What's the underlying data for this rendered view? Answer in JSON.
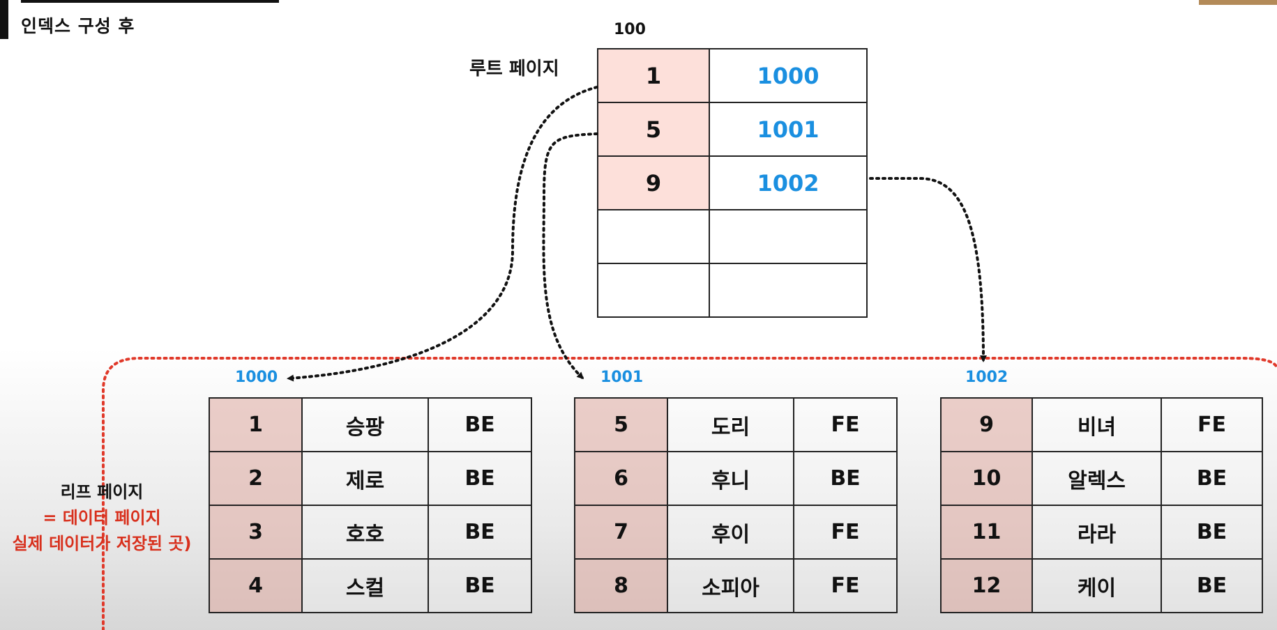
{
  "heading": {
    "subtitle": "인덱스 구성 후"
  },
  "root": {
    "page_number": "100",
    "label": "루트 페이지",
    "rows": [
      {
        "key": "1",
        "pointer": "1000"
      },
      {
        "key": "5",
        "pointer": "1001"
      },
      {
        "key": "9",
        "pointer": "1002"
      },
      {
        "key": "",
        "pointer": ""
      },
      {
        "key": "",
        "pointer": ""
      }
    ]
  },
  "leaf_caption": {
    "line1": "리프 페이지",
    "line2": "= 데이터 페이지",
    "line3": "실제 데이터가 저장된 곳)"
  },
  "leaves": [
    {
      "page_number": "1000",
      "rows": [
        [
          "1",
          "승팡",
          "BE"
        ],
        [
          "2",
          "제로",
          "BE"
        ],
        [
          "3",
          "호호",
          "BE"
        ],
        [
          "4",
          "스컬",
          "BE"
        ]
      ]
    },
    {
      "page_number": "1001",
      "rows": [
        [
          "5",
          "도리",
          "FE"
        ],
        [
          "6",
          "후니",
          "BE"
        ],
        [
          "7",
          "후이",
          "FE"
        ],
        [
          "8",
          "소피아",
          "FE"
        ]
      ]
    },
    {
      "page_number": "1002",
      "rows": [
        [
          "9",
          "비녀",
          "FE"
        ],
        [
          "10",
          "알렉스",
          "BE"
        ],
        [
          "11",
          "라라",
          "BE"
        ],
        [
          "12",
          "케이",
          "BE"
        ]
      ]
    }
  ],
  "colors": {
    "accent_blue": "#1a8fe0",
    "highlight_red": "#d8301d",
    "key_fill": "#fde0da"
  }
}
